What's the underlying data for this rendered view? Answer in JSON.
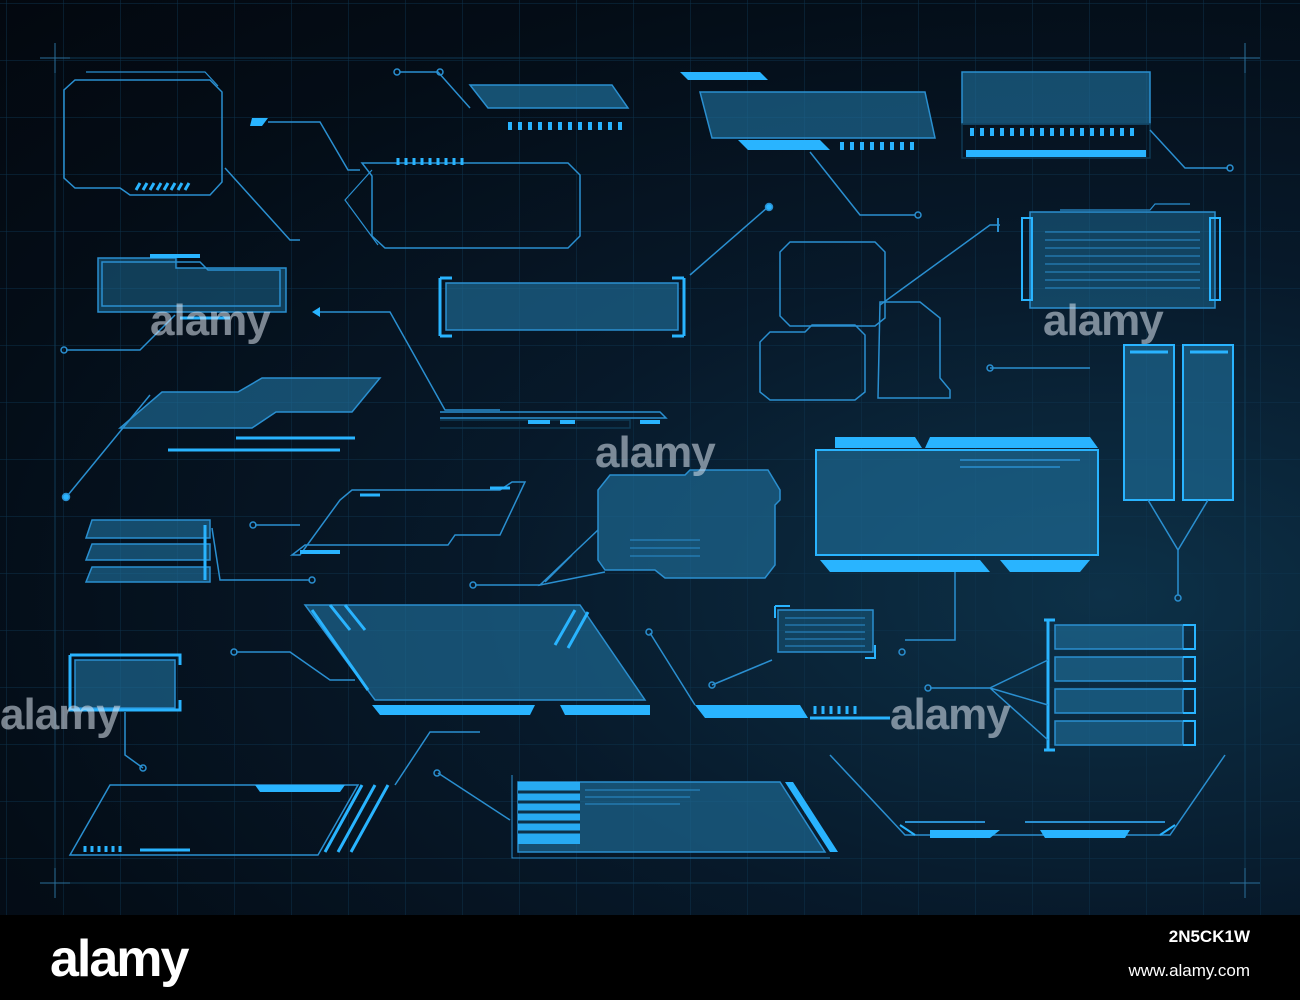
{
  "image_id": "2N5CK1W",
  "watermark_text": "alamy",
  "footer": {
    "logo": "alamy",
    "image_id": "2N5CK1W",
    "url": "www.alamy.com"
  },
  "colors": {
    "background": "#06131f",
    "grid": "#0f3a55",
    "stroke": "#2a8fd0",
    "bright": "#29b4ff",
    "fill": "#1e6d98"
  }
}
